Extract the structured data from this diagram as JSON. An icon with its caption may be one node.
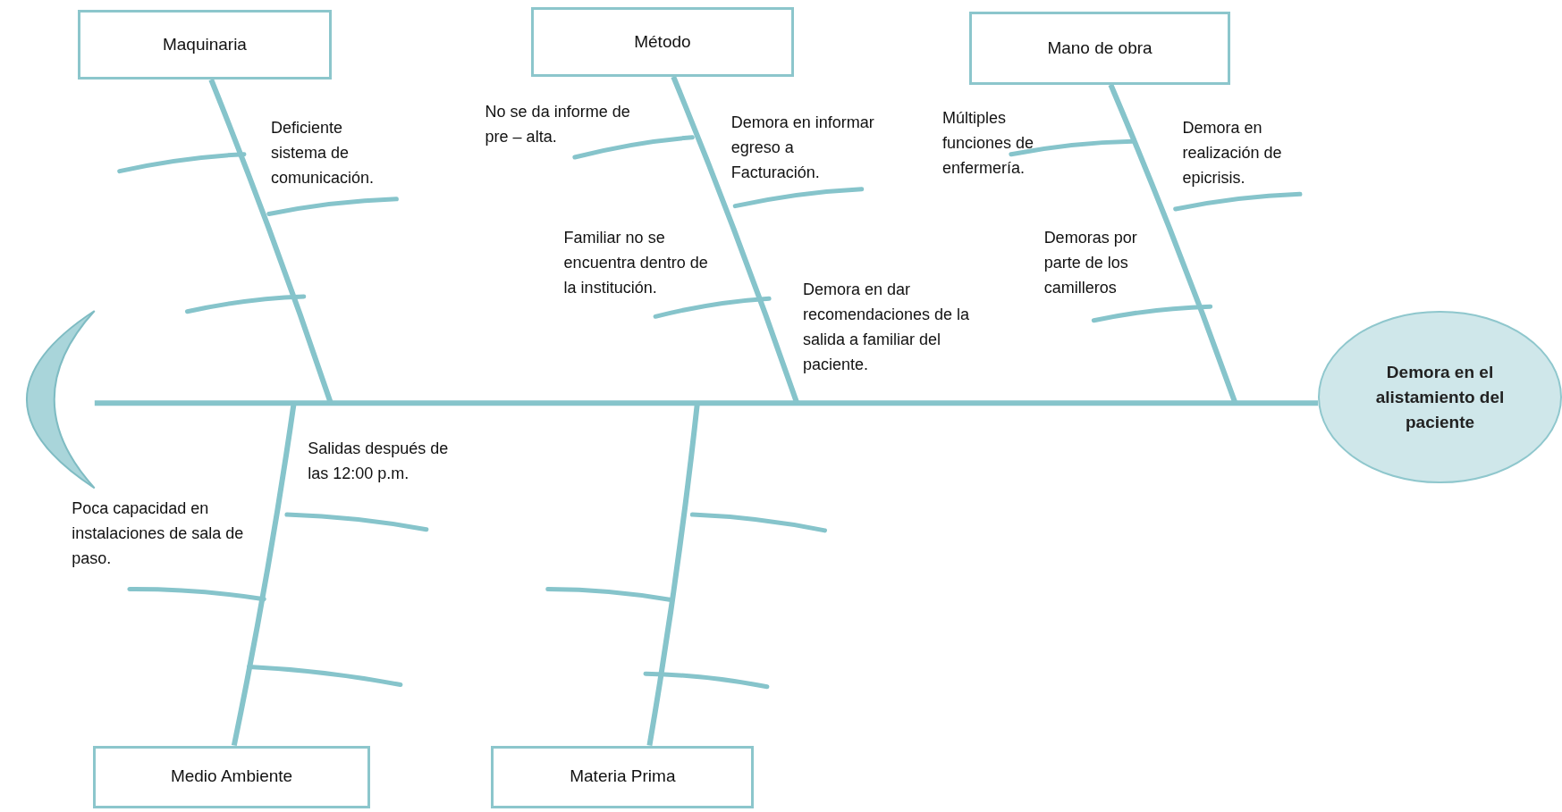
{
  "diagram": {
    "nodes": [
      {
        "text": [
          "Maquinaria"
        ]
      },
      {
        "text": [
          "Método"
        ]
      },
      {
        "text": [
          "Mano de obra"
        ]
      },
      {
        "text": [],
        "shape": "crescent"
      },
      {
        "text": [
          "Demora en el alistamiento del paciente"
        ]
      },
      {
        "text": [
          "Medio Ambiente"
        ]
      },
      {
        "text": [
          "Materia Prima"
        ]
      }
    ],
    "edges": [
      {
        "from": 3,
        "to": 4,
        "arrow": "none"
      },
      {
        "from": 0,
        "to": null,
        "arrow": "none"
      },
      {
        "from": 1,
        "to": null,
        "arrow": "none"
      },
      {
        "from": 2,
        "to": null,
        "arrow": "none"
      },
      {
        "from": 5,
        "to": null,
        "arrow": "none"
      },
      {
        "from": 6,
        "to": null,
        "arrow": "none"
      }
    ],
    "labels": [
      "Deficiente sistema de comunicación.",
      "No se da informe de pre – alta.",
      "Demora en informar egreso a Facturación.",
      "Múltiples funciones de enfermería.",
      "Demora en realización de epicrisis.",
      "Familiar no se encuentra dentro de la institución.",
      "Demoras por parte de los camilleros",
      "Demora en dar recomendaciones de la  salida a familiar del paciente.",
      "Salidas después de las 12:00 p.m.",
      "Poca capacidad en instalaciones de sala de paso."
    ]
  }
}
